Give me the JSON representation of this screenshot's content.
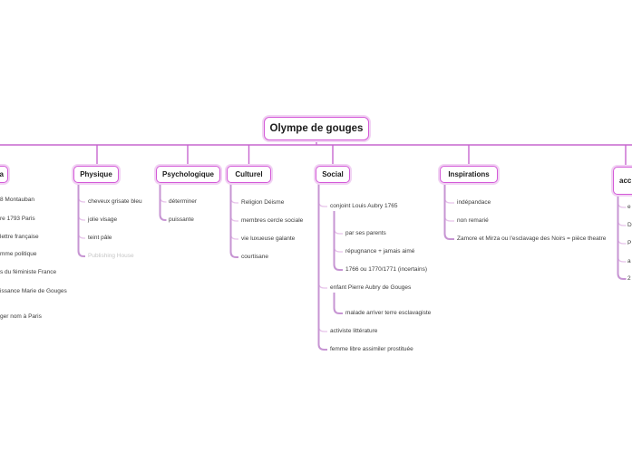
{
  "root": {
    "label": "Olympe de gouges"
  },
  "colors": {
    "node_border": "#d45ad8",
    "node_glow": "#f1d3f3",
    "top_connector": "#c766cf",
    "branch_trunk": "#c795d3",
    "branch_elbow": "#e6c2e9",
    "child_text": "#3b3b3b",
    "watermark_text": "#c6c6c6"
  },
  "branches": [
    {
      "label": "a",
      "note": "node cut off at left screen edge",
      "children": [
        {
          "text": "8 Montauban"
        },
        {
          "text": "re 1793 Paris"
        },
        {
          "text": "lettre française"
        },
        {
          "text": "mme politique"
        },
        {
          "text": "s du féministe France"
        },
        {
          "text": "issance Marie de Gouges"
        },
        {
          "text": "ger nom à Paris"
        }
      ]
    },
    {
      "label": "Physique",
      "children": [
        {
          "text": "cheveux grisate bleu"
        },
        {
          "text": "jolie visage"
        },
        {
          "text": "teint pâle"
        },
        {
          "text": "Publishing House"
        }
      ]
    },
    {
      "label": "Psychologique",
      "children": [
        {
          "text": "déterminer"
        },
        {
          "text": "puissante"
        }
      ]
    },
    {
      "label": "Culturel",
      "children": [
        {
          "text": "Religion Déisme"
        },
        {
          "text": "membres cercle sociale"
        },
        {
          "text": "vie luxueuse galante"
        },
        {
          "text": "courtisane"
        }
      ]
    },
    {
      "label": "Social",
      "children": [
        {
          "text": "conjoint Louis Aubry 1765",
          "level": 1
        },
        {
          "text": "par ses parents",
          "level": 2
        },
        {
          "text": "répugnance + jamais aimé",
          "level": 2
        },
        {
          "text": "1766 ou 1770/1771 (incertains)",
          "level": 2
        },
        {
          "text": "enfant Pierre Aubry de Gouges",
          "level": 1
        },
        {
          "text": "malade arriver terre esclavagiste",
          "level": 2
        },
        {
          "text": "activiste littérature",
          "level": 1
        },
        {
          "text": "femme libre assimiler prostituée",
          "level": 1
        }
      ]
    },
    {
      "label": "Inspirations",
      "children": [
        {
          "text": "indépandace"
        },
        {
          "text": "non remarié"
        },
        {
          "text": "Zamore et Mirza ou l'esclavage des Noirs = pièce theatre"
        }
      ]
    },
    {
      "label": "acc",
      "note": "node cut off at right screen edge",
      "children": [
        {
          "text": "e"
        },
        {
          "text": "D"
        },
        {
          "text": "P"
        },
        {
          "text": "a"
        },
        {
          "text": "2"
        }
      ]
    }
  ]
}
